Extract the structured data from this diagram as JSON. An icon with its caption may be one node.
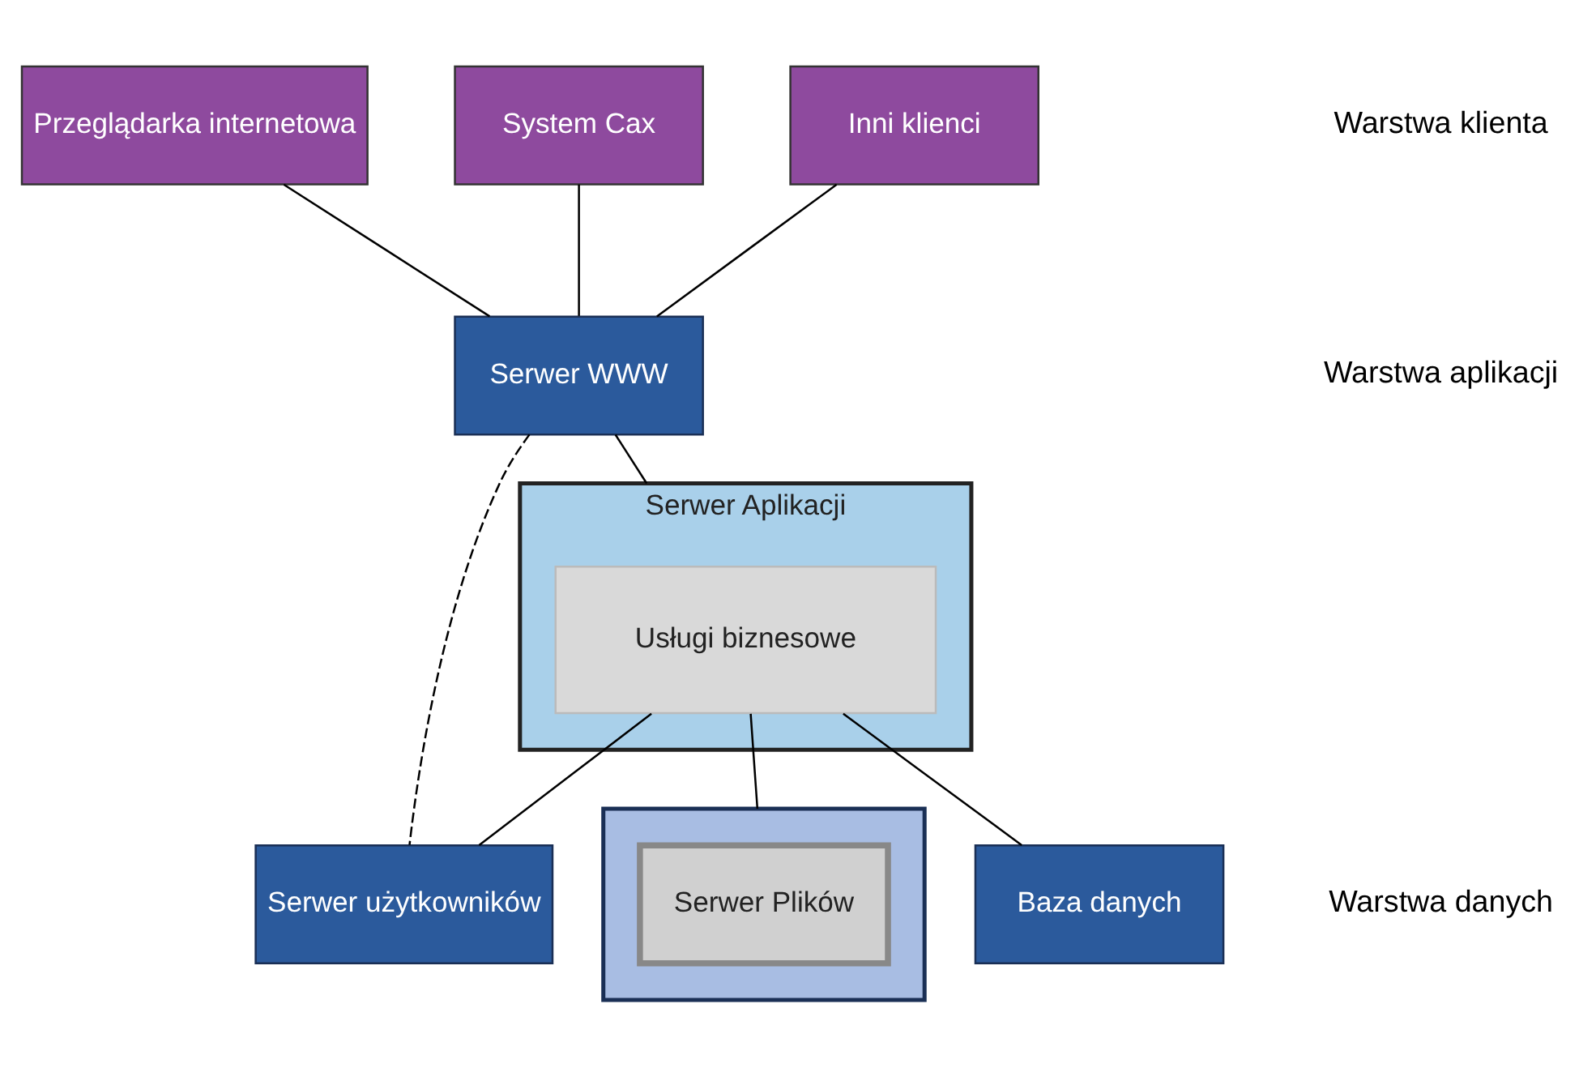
{
  "diagram": {
    "nodes": [
      {
        "text": [
          "Przeglądarka internetowa"
        ]
      },
      {
        "text": [
          "System Cax"
        ]
      },
      {
        "text": [
          "Inni klienci"
        ]
      },
      {
        "text": [
          "Serwer WWW"
        ]
      },
      {
        "text": [
          "Serwer Aplikacji"
        ]
      },
      {
        "text": [
          "Usługi biznesowe"
        ],
        "in": 4
      },
      {
        "text": [
          "Serwer użytkowników"
        ]
      },
      {
        "text": [],
        "shape": "box"
      },
      {
        "text": [
          "Serwer Plików"
        ],
        "in": 7
      },
      {
        "text": [
          "Baza danych"
        ]
      }
    ],
    "edges": [
      {
        "from": 0,
        "to": 3,
        "arrow": "none"
      },
      {
        "from": 1,
        "to": 3,
        "arrow": "none"
      },
      {
        "from": 2,
        "to": 3,
        "arrow": "none"
      },
      {
        "from": 3,
        "to": 4,
        "arrow": "none"
      },
      {
        "from": 3,
        "to": 6,
        "arrow": "none",
        "style": "dashed"
      },
      {
        "from": 5,
        "to": 6,
        "arrow": "none"
      },
      {
        "from": 5,
        "to": 7,
        "arrow": "none"
      },
      {
        "from": 5,
        "to": 9,
        "arrow": "none"
      }
    ],
    "labels": [
      "Warstwa klienta",
      "Warstwa aplikacji",
      "Warstwa danych"
    ]
  }
}
